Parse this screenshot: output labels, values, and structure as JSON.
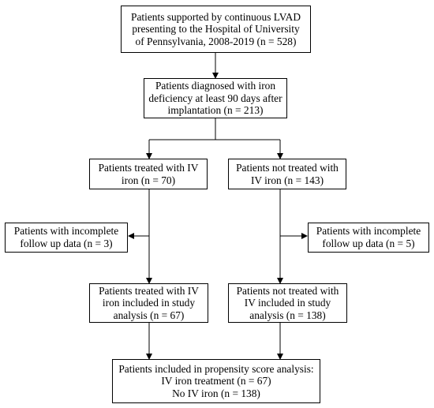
{
  "boxes": {
    "start": [
      "Patients supported by continuous LVAD",
      "presenting to the Hospital of University",
      "of Pennsylvania, 2008-2019 (n = 528)"
    ],
    "iron_deficiency": [
      "Patients diagnosed with iron",
      "deficiency at least 90 days after",
      "implantation (n = 213)"
    ],
    "treated": [
      "Patients treated with IV",
      "iron (n = 70)"
    ],
    "not_treated": [
      "Patients not treated with",
      "IV iron (n = 143)"
    ],
    "incomplete_left": [
      "Patients with incomplete",
      "follow up data (n = 3)"
    ],
    "incomplete_right": [
      "Patients with incomplete",
      "follow up data (n = 5)"
    ],
    "treated_included": [
      "Patients treated with IV",
      "iron included in study",
      "analysis (n = 67)"
    ],
    "not_treated_included": [
      "Patients not treated with",
      "IV included in study",
      "analysis (n = 138)"
    ],
    "propensity": [
      "Patients included in propensity score analysis:",
      "IV iron treatment (n = 67)",
      "No IV iron (n = 138)"
    ]
  }
}
